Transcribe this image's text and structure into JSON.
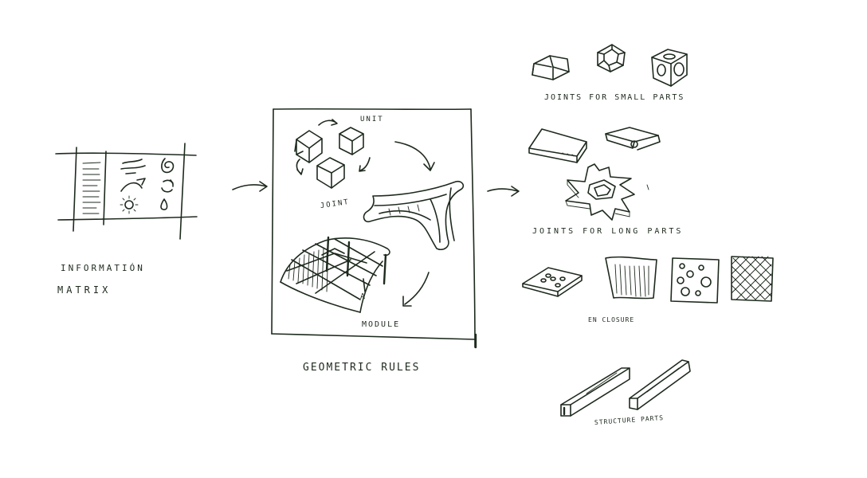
{
  "labels": {
    "information_matrix_line1": "INFORMATIÓN",
    "information_matrix_line2": "MATRIX",
    "unit": "UNIT",
    "joint": "JOINT",
    "module": "MODULE",
    "module_marker": "A",
    "geometric_rules": "GEOMETRIC RULES",
    "joints_small_parts": "JOINTS FOR SMALL PARTS",
    "joints_long_parts": "JOINTS FOR LONG PARTS",
    "enclosure": "EN CLOSURE",
    "structure_parts": "STRUCTURE PARTS"
  },
  "colors": {
    "ink": "#1e2a1e",
    "paper": "#ffffff"
  }
}
